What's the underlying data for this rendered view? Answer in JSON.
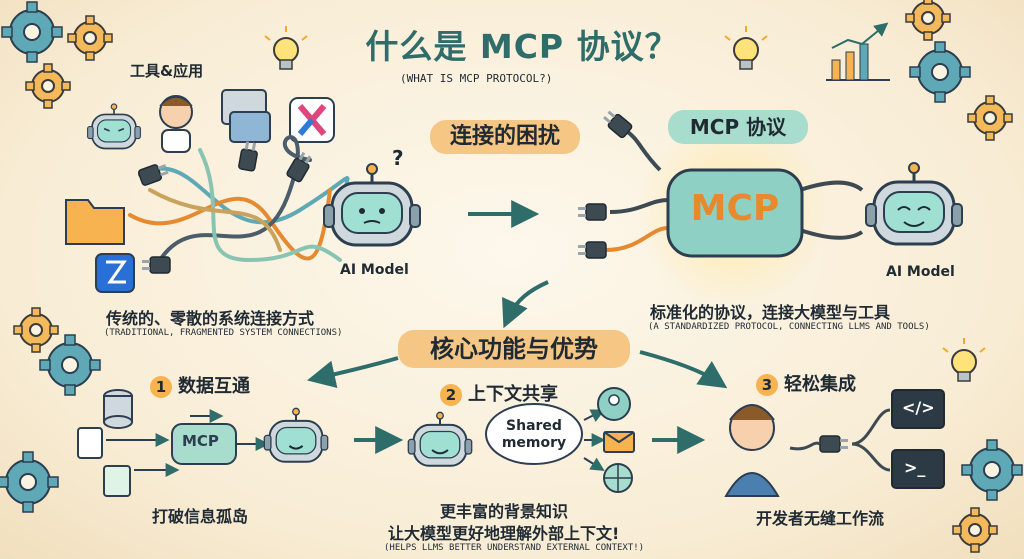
{
  "title": "什么是 MCP 协议？",
  "subtitle": "(WHAT IS MCP PROTOCOL?)",
  "tools_label": "工具&应用",
  "problem": {
    "heading": "连接的困扰",
    "ai_label": "AI Model",
    "caption": "传统的、零散的系统连接方式",
    "caption_en": "(TRADITIONAL, FRAGMENTED SYSTEM CONNECTIONS)"
  },
  "solution": {
    "heading": "MCP 协议",
    "hub_label": "MCP",
    "ai_label": "AI Model",
    "caption": "标准化的协议，连接大模型与工具",
    "caption_en": "(A STANDARDIZED PROTOCOL, CONNECTING LLMS AND TOOLS)"
  },
  "core_heading": "核心功能与优势",
  "features": [
    {
      "number": "1",
      "title": "数据互通",
      "chip": "MCP",
      "caption": "打破信息孤岛"
    },
    {
      "number": "2",
      "title": "上下文共享",
      "bubble": "Shared\nmemory",
      "caption": "更丰富的背景知识",
      "caption2": "让大模型更好地理解外部上下文!",
      "caption_en": "(HELPS LLMS BETTER UNDERSTAND EXTERNAL CONTEXT!)"
    },
    {
      "number": "3",
      "title": "轻松集成",
      "code_icon": "</>",
      "terminal_icon": ">_",
      "caption": "开发者无缝工作流"
    }
  ],
  "colors": {
    "teal": "#8fd0c4",
    "orange": "#f6b34f",
    "cream": "#fbf3e2",
    "ink": "#1f2a33",
    "title": "#2f6d6a"
  },
  "icons": [
    "gear-icon",
    "lightbulb-icon",
    "bar-chart-icon",
    "robot-icon",
    "person-icon",
    "file-icon",
    "folder-icon",
    "plug-icon",
    "database-icon",
    "spreadsheet-icon",
    "user-icon",
    "mail-icon",
    "globe-icon",
    "code-icon",
    "terminal-icon"
  ]
}
